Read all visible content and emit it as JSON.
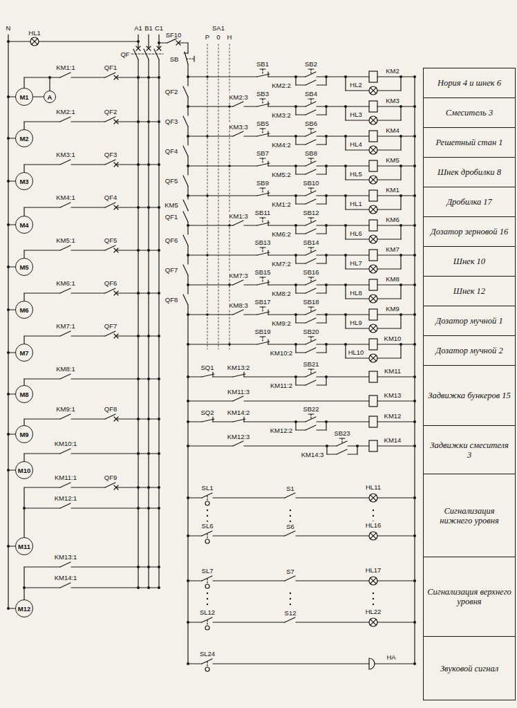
{
  "diagram": {
    "nodes": [
      {
        "text": [
          "M1"
        ]
      },
      {
        "text": [
          "A"
        ]
      },
      {
        "text": [
          "M2"
        ]
      },
      {
        "text": [
          "M3"
        ]
      },
      {
        "text": [
          "M4"
        ]
      },
      {
        "text": [
          "M5"
        ]
      },
      {
        "text": [
          "M6"
        ]
      },
      {
        "text": [
          "M7"
        ]
      },
      {
        "text": [
          "M8"
        ]
      },
      {
        "text": [
          "M9"
        ]
      },
      {
        "text": [
          "M10"
        ]
      },
      {
        "text": [
          "M11"
        ]
      },
      {
        "text": [
          "M12"
        ]
      },
      {
        "text": [
          "Нория 4 и шнек 6"
        ]
      },
      {
        "text": [
          "Смеситель 3"
        ]
      },
      {
        "text": [
          "Решетный стан 1"
        ]
      },
      {
        "text": [
          "Шнек дробилки 8"
        ]
      },
      {
        "text": [
          "Дробилка 17"
        ]
      },
      {
        "text": [
          "Дозатор зерновой 16"
        ]
      },
      {
        "text": [
          "Шнек 10"
        ]
      },
      {
        "text": [
          "Шнек 12"
        ]
      },
      {
        "text": [
          "Дозатор мучной 1"
        ]
      },
      {
        "text": [
          "Дозатор мучной 2"
        ]
      },
      {
        "text": [
          "Задвижка бункеров 15"
        ]
      },
      {
        "text": [
          "Задвижки смесителя 3"
        ]
      },
      {
        "text": [
          "Сигнализация нижнего уровня"
        ]
      },
      {
        "text": [
          "Сигнализация верхнего уровня"
        ]
      },
      {
        "text": [
          "Звуковой сигнал"
        ]
      }
    ],
    "labels": [
      "N",
      "HL1",
      "A1",
      "B1",
      "C1",
      "QF",
      "SF10",
      "SB",
      "KM1:1",
      "QF1",
      "KM2:1",
      "QF2",
      "KM3:1",
      "QF3",
      "KM4:1",
      "QF4",
      "KM5:1",
      "QF5",
      "KM6:1",
      "QF6",
      "KM7:1",
      "QF7",
      "KM8:1",
      "KM9:1",
      "QF8",
      "KM10:1",
      "KM11:1",
      "QF9",
      "KM12:1",
      "KM13:1",
      "KM14:1",
      "SA1",
      "Р",
      "0",
      "Н",
      "QF2",
      "QF3",
      "QF4",
      "QF5",
      "KM5",
      "QF1",
      "QF6",
      "QF7",
      "QF8",
      "SB1",
      "SB2",
      "KM2",
      "KM2:2",
      "HL2",
      "KM2:3",
      "SB3",
      "SB4",
      "KM3",
      "KM3:2",
      "HL3",
      "KM3:3",
      "SB5",
      "SB6",
      "KM4",
      "KM4:2",
      "HL4",
      "SB7",
      "SB8",
      "KM5",
      "KM5:2",
      "HL5",
      "SB9",
      "SB10",
      "KM1",
      "KM1:2",
      "HL1",
      "KM1:3",
      "SB11",
      "SB12",
      "KM6",
      "KM6:2",
      "HL6",
      "SB13",
      "SB14",
      "KM7",
      "KM7:2",
      "HL7",
      "KM7:3",
      "SB15",
      "SB16",
      "KM8",
      "KM8:2",
      "HL8",
      "KM8:3",
      "SB17",
      "SB18",
      "KM9",
      "KM9:2",
      "HL9",
      "SB19",
      "SB20",
      "KM10",
      "KM10:2",
      "HL10",
      "SQ1",
      "KM13:2",
      "SB21",
      "KM11",
      "KM11:2",
      "KM11:3",
      "KM13",
      "SQ2",
      "KM14:2",
      "SB22",
      "KM12",
      "KM12:2",
      "KM12:3",
      "SB23",
      "KM14",
      "KM14:3",
      "SL1",
      "S1",
      "HL11",
      "SL6",
      "S6",
      "HL16",
      "SL7",
      "S7",
      "HL17",
      "SL12",
      "S12",
      "HL22",
      "SL24",
      "HA"
    ]
  }
}
